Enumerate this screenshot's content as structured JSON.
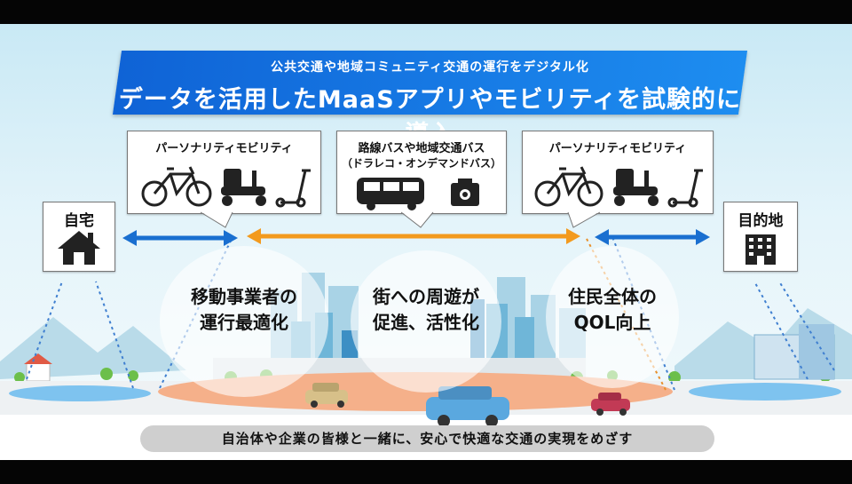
{
  "banner": {
    "subtitle": "公共交通や地域コミュニティ交通の運行をデジタル化",
    "title": "データを活用したMaaSアプリやモビリティを試験的に導入"
  },
  "cards": {
    "left": {
      "title": "パーソナリティモビリティ",
      "icons": [
        "bicycle-icon",
        "mobility-scooter-icon",
        "kick-scooter-icon"
      ]
    },
    "center": {
      "title": "路線バスや地域交通バス",
      "subtitle": "（ドラレコ・オンデマンドバス）",
      "icons": [
        "bus-icon",
        "dashcam-icon"
      ]
    },
    "right": {
      "title": "パーソナリティモビリティ",
      "icons": [
        "bicycle-icon",
        "mobility-scooter-icon",
        "kick-scooter-icon"
      ]
    }
  },
  "places": {
    "home": {
      "label": "自宅",
      "icon": "house-icon"
    },
    "destination": {
      "label": "目的地",
      "icon": "building-icon"
    }
  },
  "benefits": {
    "operators": {
      "line1": "移動事業者の",
      "line2": "運行最適化"
    },
    "town": {
      "line1": "街への周遊が",
      "line2": "促進、活性化"
    },
    "residents": {
      "line1": "住民全体の",
      "line2": "QOL向上"
    }
  },
  "footer": {
    "text": "自治体や企業の皆様と一緒に、安心で快適な交通の実現をめざす"
  },
  "colors": {
    "banner_blue": "#1273e0",
    "arrow_blue": "#1a6fd0",
    "arrow_orange": "#f39a1e",
    "ground_orange": "#f5b08a"
  }
}
